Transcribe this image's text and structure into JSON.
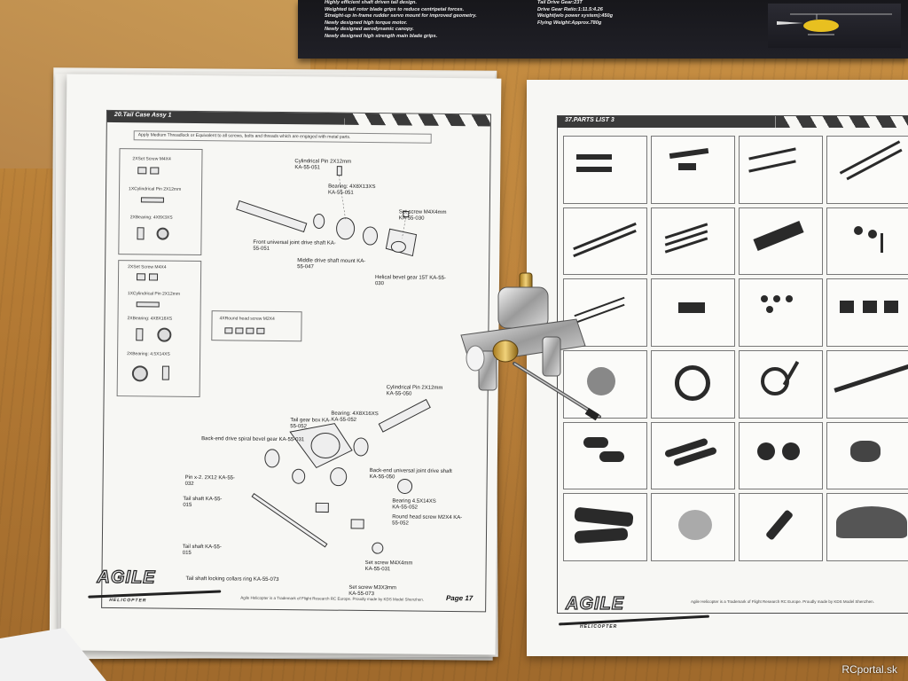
{
  "box": {
    "features_left": [
      "Highly efficient shaft driven tail design.",
      "Weighted tail rotor blade grips to reduce centripetal forces.",
      "Straight-up in-frame rudder servo mount for improved geometry.",
      "Newly designed high torque motor.",
      "Newly designed aerodynamic canopy.",
      "Newly designed high strength main blade grips."
    ],
    "features_right": [
      "Tail Drive Gear:23T",
      "Drive Gear Ratio:1:11.5:4.26",
      "Weight(w/o power system):450g",
      "Flying Weight:Approx.780g"
    ]
  },
  "left_page": {
    "header": "20.Tail Case Assy 1",
    "note": "Apply Medium Threadlock or Equivalent to all screws, bolts and threads which are engaged with metal parts.",
    "side_parts_top": [
      "2XSet Screw M4X4",
      "1XCylindrical Pin 2X12mm",
      "2XBearing: 4X8X3XS"
    ],
    "side_parts_mid": [
      "2XSet Screw M4X4",
      "1XCylindrical Pin 2X12mm",
      "2XBearing: 4X8X16XS",
      "2XBearing: 4.5X14XS"
    ],
    "screw_box": "4XRound head screw M2X4",
    "callouts_top": [
      "Cylindrical Pin 2X12mm KA-55-051",
      "Bearing: 4X8X13XS KA-55-051",
      "Set screw M4X4mm KA-55-030",
      "Front universal joint drive shaft KA-55-051",
      "Middle drive shaft mount KA-55-047",
      "Helical bevel gear 15T KA-55-030"
    ],
    "callouts_bottom": [
      "Cylindrical Pin 2X12mm KA-55-050",
      "Bearing: 4X8X16XS KA-55-052",
      "Tail gear box KA-55-052",
      "Back-end drive spiral bevel gear KA-55-031",
      "Back-end universal joint drive shaft KA-55-050",
      "Pin x-2. 2X12 KA-55-032",
      "Tail shaft KA-55-015",
      "Bearing 4.5X14XS KA-55-052",
      "Round head screw M2X4 KA-55-052",
      "Tail shaft KA-55-015",
      "Set screw M4X4mm KA-55-031",
      "Tail shaft locking collars ring KA-55-073",
      "Set screw M3X3mm KA-55-073"
    ],
    "page_number": "Page 17",
    "footer": "Agile Helicopter is a Trademark of Flight Research RC Europe. Proudly made by KDS Model Shenzhen."
  },
  "right_page": {
    "header": "37.PARTS LIST 3",
    "footer": "Agile Helicopter is a Trademark of Flight Research RC Europe. Proudly made by KDS Model Shenzhen."
  },
  "logo": {
    "main": "AGILE",
    "sub": "HELICOPTER"
  },
  "watermark": "RCportal.sk"
}
